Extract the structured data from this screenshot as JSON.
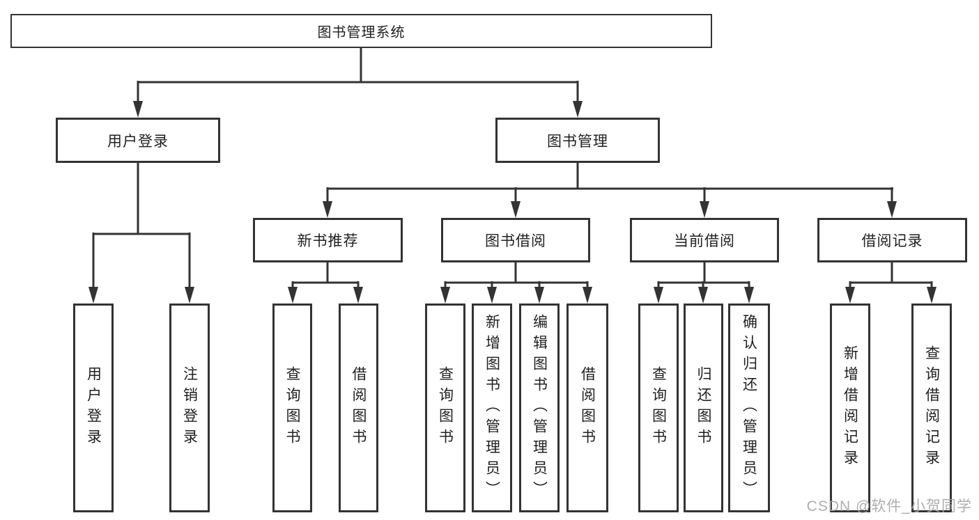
{
  "colors": {
    "line": "#333333",
    "box_border": "#333333",
    "text": "#1f1f1f",
    "watermark": "#a5a5a5",
    "background": "#ffffff"
  },
  "tree": {
    "label": "图书管理系统",
    "children": [
      {
        "label": "用户登录",
        "children": [
          {
            "label": "用户登录"
          },
          {
            "label": "注销登录"
          }
        ]
      },
      {
        "label": "图书管理",
        "children": [
          {
            "label": "新书推荐",
            "children": [
              {
                "label": "查询图书"
              },
              {
                "label": "借阅图书"
              }
            ]
          },
          {
            "label": "图书借阅",
            "children": [
              {
                "label": "查询图书"
              },
              {
                "label": "新增图书（管理员）"
              },
              {
                "label": "编辑图书（管理员）"
              },
              {
                "label": "借阅图书"
              }
            ]
          },
          {
            "label": "当前借阅",
            "children": [
              {
                "label": "查询图书"
              },
              {
                "label": "归还图书"
              },
              {
                "label": "确认归还（管理员）"
              }
            ]
          },
          {
            "label": "借阅记录",
            "children": [
              {
                "label": "新增借阅记录"
              },
              {
                "label": "查询借阅记录"
              }
            ]
          }
        ]
      }
    ]
  },
  "watermark": {
    "text": "CSDN @软件_小贺同学"
  }
}
